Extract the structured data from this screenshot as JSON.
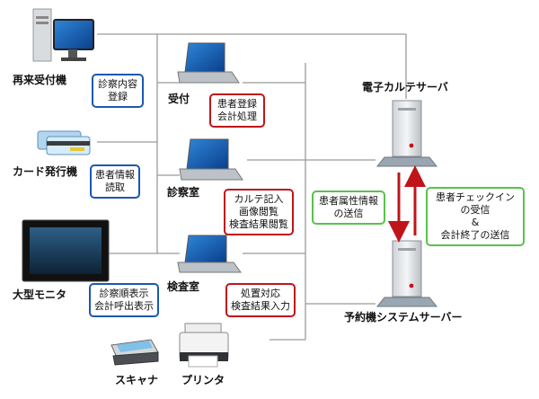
{
  "devices": {
    "reception_machine": "再来受付機",
    "card_issuer": "カード発行機",
    "large_monitor": "大型モニタ",
    "reception": "受付",
    "exam_room": "診察室",
    "test_room": "検査室",
    "scanner": "スキャナ",
    "printer": "プリンタ",
    "emr_server": "電子カルテサーバ",
    "booking_server": "予約機システムサーバー"
  },
  "callouts": {
    "reception_machine": [
      "診察内容",
      "登録"
    ],
    "card_issuer": [
      "患者情報",
      "読取"
    ],
    "large_monitor": [
      "診察順表示",
      "会計呼出表示"
    ],
    "reception": [
      "患者登録",
      "会計処理"
    ],
    "exam_room": [
      "カルテ記入",
      "画像閲覧",
      "検査結果閲覧"
    ],
    "test_room": [
      "処置対応",
      "検査結果入力"
    ],
    "to_server": [
      "患者属性情報",
      "の送信"
    ],
    "from_server": [
      "患者チェックイン",
      "の受信",
      "&",
      "会計終了の送信"
    ]
  },
  "colors": {
    "blue": "#1b57b4",
    "red": "#c0141b",
    "green": "#58c24a",
    "line": "#9a9a9a"
  }
}
